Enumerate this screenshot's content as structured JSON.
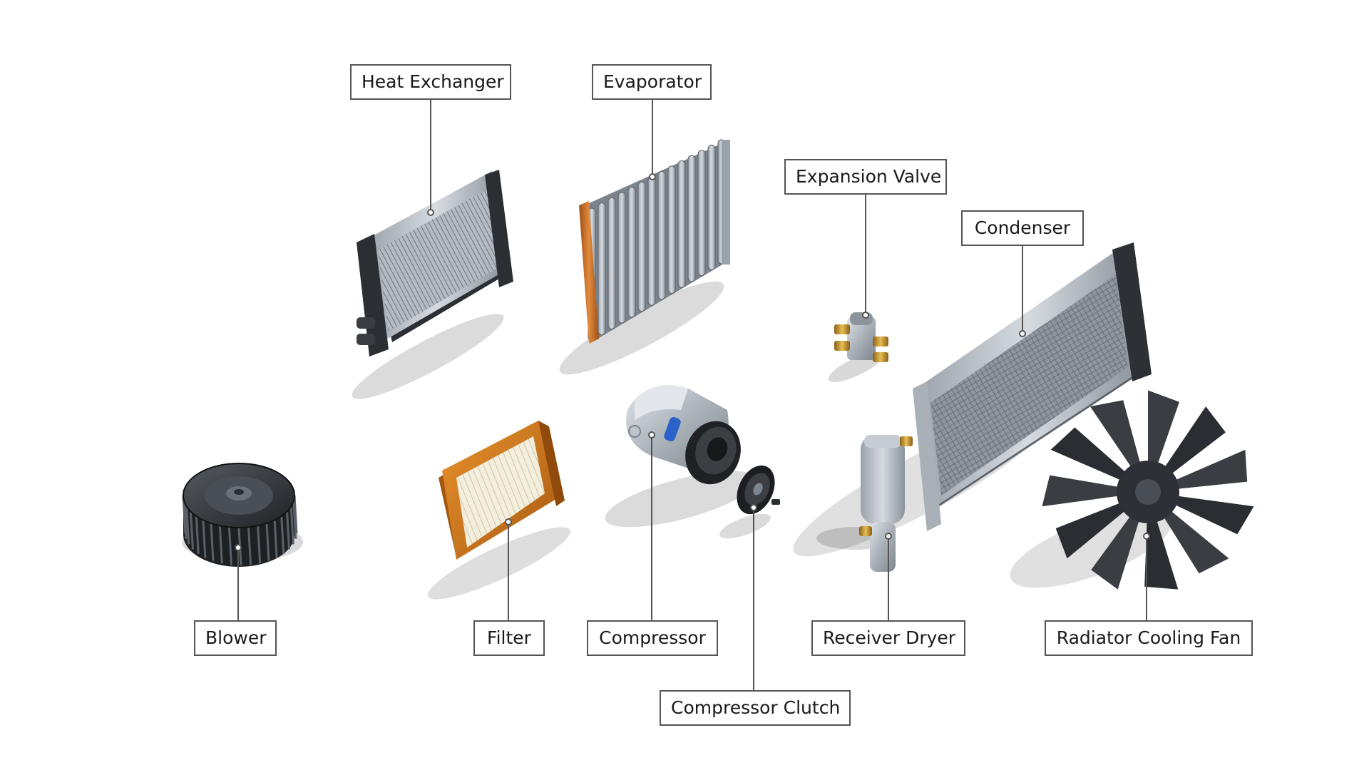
{
  "diagram": {
    "parts": [
      {
        "id": "heat-exchanger",
        "label": "Heat Exchanger"
      },
      {
        "id": "evaporator",
        "label": "Evaporator"
      },
      {
        "id": "expansion-valve",
        "label": "Expansion Valve"
      },
      {
        "id": "condenser",
        "label": "Condenser"
      },
      {
        "id": "blower",
        "label": "Blower"
      },
      {
        "id": "filter",
        "label": "Filter"
      },
      {
        "id": "compressor",
        "label": "Compressor"
      },
      {
        "id": "receiver-dryer",
        "label": "Receiver Dryer"
      },
      {
        "id": "radiator-cooling-fan",
        "label": "Radiator Cooling Fan"
      },
      {
        "id": "compressor-clutch",
        "label": "Compressor Clutch"
      }
    ]
  },
  "colors": {
    "background": "#ffffff",
    "label_border": "#555555",
    "label_text": "#1a1a1a",
    "leader_line": "#555555",
    "metal_light": "#c7ccd3",
    "metal_dark": "#6f7680",
    "copper": "#c8742c",
    "filter_frame": "#d17a1f",
    "filter_media": "#f1ead6",
    "rubber": "#2b2b2b",
    "valve_brass": "#c9962c"
  },
  "icons": {
    "heat-exchanger": "heat-exchanger-icon",
    "evaporator": "evaporator-icon",
    "expansion-valve": "expansion-valve-icon",
    "condenser": "condenser-icon",
    "blower": "blower-wheel-icon",
    "filter": "cabin-filter-icon",
    "compressor": "compressor-icon",
    "receiver-dryer": "receiver-dryer-icon",
    "radiator-cooling-fan": "cooling-fan-icon",
    "compressor-clutch": "clutch-plate-icon"
  }
}
